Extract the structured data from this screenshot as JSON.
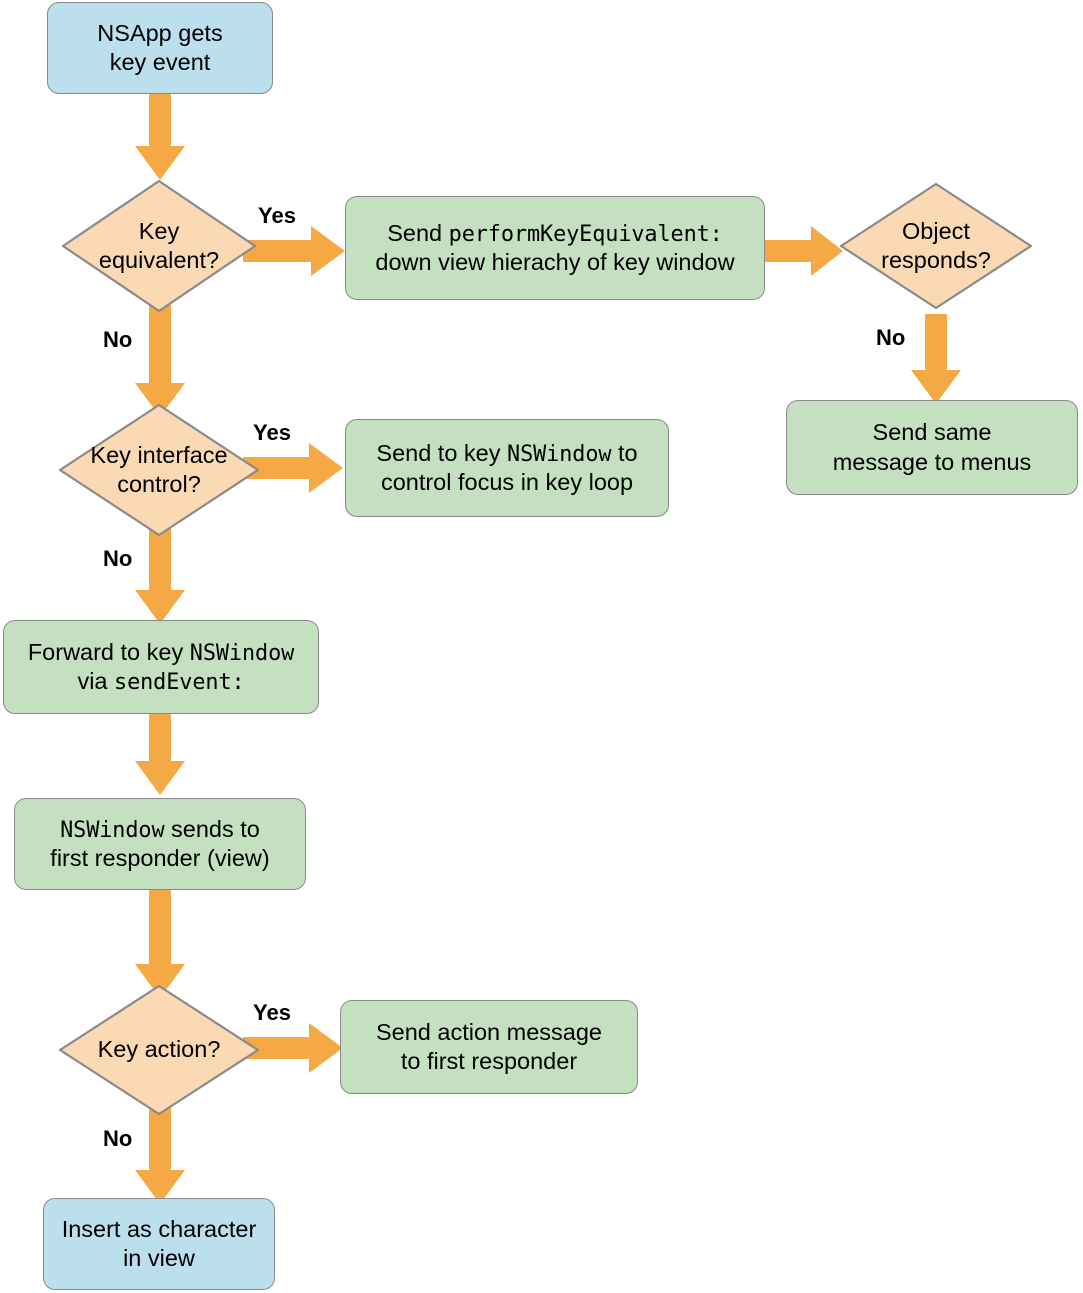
{
  "diagram": {
    "title": "NSApp key event dispatch flowchart",
    "colors": {
      "arrow": "#f5a944",
      "blue_fill": "#bbdfec",
      "green_fill": "#c4e0c1",
      "peach_fill": "#fad9b4",
      "stroke": "#8a8a8a",
      "text": "#000000",
      "background": "#ffffff"
    },
    "nodes": {
      "start": {
        "id": "nsapp-gets-key-event",
        "shape": "rounded-rect",
        "style": "blue",
        "line1": "NSApp gets",
        "line2": "key event"
      },
      "key_equivalent": {
        "id": "key-equivalent-decision",
        "shape": "diamond",
        "line1": "Key",
        "line2": "equivalent?"
      },
      "send_perform_key_equivalent": {
        "id": "send-perform-key-equivalent",
        "shape": "rounded-rect",
        "style": "green",
        "line1_pre": "Send ",
        "line1_code": "performKeyEquivalent:",
        "line2": "down view hierachy of key window"
      },
      "object_responds": {
        "id": "object-responds-decision",
        "shape": "diamond",
        "line1": "Object",
        "line2": "responds?"
      },
      "send_same_message_to_menus": {
        "id": "send-same-message-to-menus",
        "shape": "rounded-rect",
        "style": "green",
        "line1": "Send same",
        "line2": "message to menus"
      },
      "key_interface_control": {
        "id": "key-interface-control-decision",
        "shape": "diamond",
        "line1": "Key interface",
        "line2": "control?"
      },
      "send_to_key_nswindow": {
        "id": "send-to-key-nswindow",
        "shape": "rounded-rect",
        "style": "green",
        "line1_pre": "Send to key ",
        "line1_code": "NSWindow",
        "line1_post": " to",
        "line2": "control focus in key loop"
      },
      "forward_to_key_nswindow": {
        "id": "forward-to-key-nswindow",
        "shape": "rounded-rect",
        "style": "green",
        "line1_pre": "Forward to key ",
        "line1_code": "NSWindow",
        "line2_pre": "via ",
        "line2_code": "sendEvent:"
      },
      "nswindow_sends_to_first_responder": {
        "id": "nswindow-sends-to-first-responder",
        "shape": "rounded-rect",
        "style": "green",
        "line1_code": "NSWindow",
        "line1_post": " sends to",
        "line2": "first responder (view)"
      },
      "key_action": {
        "id": "key-action-decision",
        "shape": "diamond",
        "line1": "Key action?"
      },
      "send_action_message": {
        "id": "send-action-message",
        "shape": "rounded-rect",
        "style": "green",
        "line1": "Send action message",
        "line2": "to first responder"
      },
      "insert_as_character": {
        "id": "insert-as-character",
        "shape": "rounded-rect",
        "style": "blue",
        "line1": "Insert as character",
        "line2": "in view"
      }
    },
    "edge_labels": {
      "yes_key_equivalent": "Yes",
      "no_key_equivalent": "No",
      "no_object_responds": "No",
      "yes_key_interface_control": "Yes",
      "no_key_interface_control": "No",
      "yes_key_action": "Yes",
      "no_key_action": "No"
    }
  }
}
